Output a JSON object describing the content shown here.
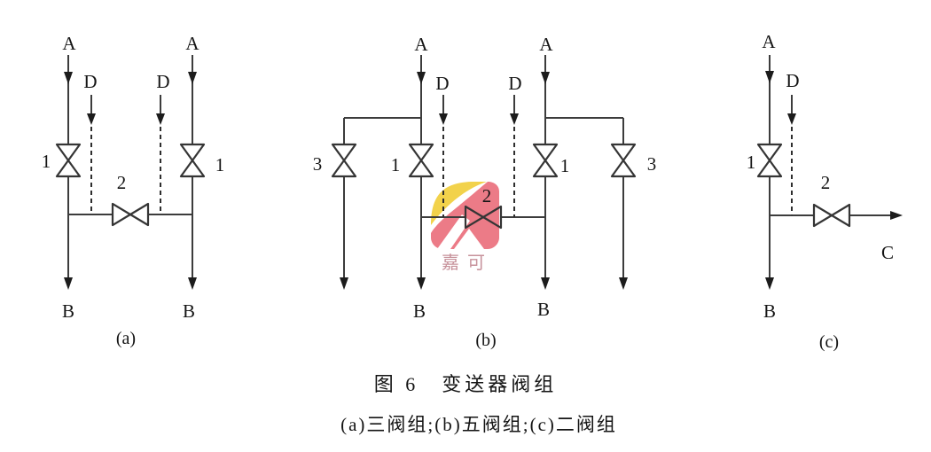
{
  "caption": {
    "title": "图 6　变送器阀组",
    "subtitle": "(a)三阀组;(b)五阀组;(c)二阀组"
  },
  "watermark": {
    "text": "嘉可",
    "color_yellow": "#f2d24b",
    "color_pink": "#ec7b87",
    "color_text": "#c7929b"
  },
  "colors": {
    "line": "#3c3c3c",
    "label": "#141414"
  },
  "diagram_a": {
    "caption": "(a)",
    "port_in_left": "A",
    "port_in_right": "A",
    "port_drain_left": "D",
    "port_drain_right": "D",
    "port_out_left": "B",
    "port_out_right": "B",
    "valve_isolate_left": "1",
    "valve_isolate_right": "1",
    "valve_equalizing": "2"
  },
  "diagram_b": {
    "caption": "(b)",
    "port_in_left": "A",
    "port_in_right": "A",
    "port_drain_left": "D",
    "port_drain_right": "D",
    "port_out_left": "B",
    "port_out_right": "B",
    "valve_isolate_left": "1",
    "valve_isolate_right": "1",
    "valve_vent_left": "3",
    "valve_vent_right": "3",
    "valve_equalizing": "2"
  },
  "diagram_c": {
    "caption": "(c)",
    "port_in": "A",
    "port_drain": "D",
    "port_out_bottom": "B",
    "port_out_right": "C",
    "valve_isolate": "1",
    "valve_drain": "2"
  }
}
